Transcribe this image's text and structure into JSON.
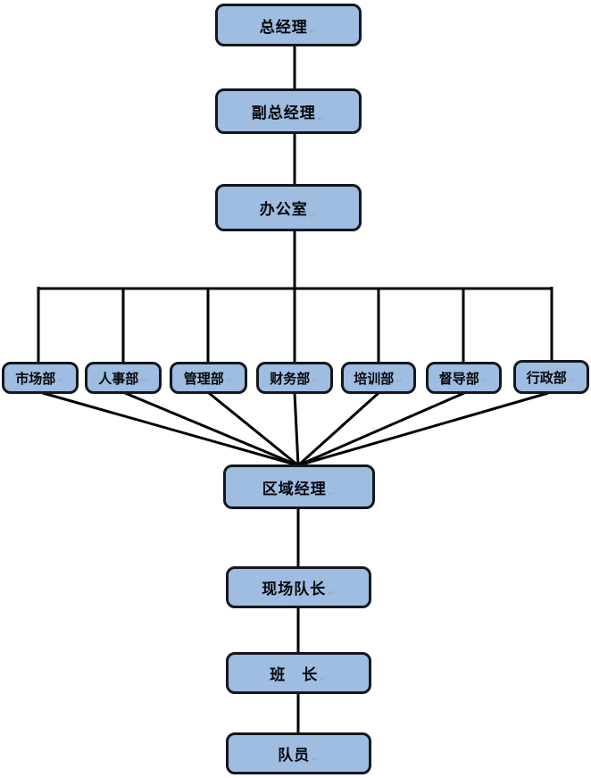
{
  "diagram": {
    "type": "org-chart",
    "title": "",
    "paragraph_mark": "↵",
    "colors": {
      "node_fill": "#9fbce1",
      "node_border": "#14171d",
      "connector": "#000000",
      "background": "#ffffff",
      "paragraph_mark_color": "#93a9c6"
    },
    "nodes": {
      "general_manager": "总经理",
      "deputy_general_manager": "副总经理",
      "office": "办公室",
      "marketing": "市场部",
      "hr": "人事部",
      "management": "管理部",
      "finance": "财务部",
      "training": "培训部",
      "supervision": "督导部",
      "administration": "行政部",
      "regional_manager": "区域经理",
      "site_captain": "现场队长",
      "squad_leader": "班　长",
      "team_member": "队员"
    },
    "hierarchy": [
      [
        "general_manager",
        "deputy_general_manager"
      ],
      [
        "deputy_general_manager",
        "office"
      ],
      [
        "office",
        "marketing"
      ],
      [
        "office",
        "hr"
      ],
      [
        "office",
        "management"
      ],
      [
        "office",
        "finance"
      ],
      [
        "office",
        "training"
      ],
      [
        "office",
        "supervision"
      ],
      [
        "office",
        "administration"
      ],
      [
        "marketing",
        "regional_manager"
      ],
      [
        "hr",
        "regional_manager"
      ],
      [
        "management",
        "regional_manager"
      ],
      [
        "finance",
        "regional_manager"
      ],
      [
        "training",
        "regional_manager"
      ],
      [
        "supervision",
        "regional_manager"
      ],
      [
        "administration",
        "regional_manager"
      ],
      [
        "regional_manager",
        "site_captain"
      ],
      [
        "site_captain",
        "squad_leader"
      ],
      [
        "squad_leader",
        "team_member"
      ]
    ]
  }
}
